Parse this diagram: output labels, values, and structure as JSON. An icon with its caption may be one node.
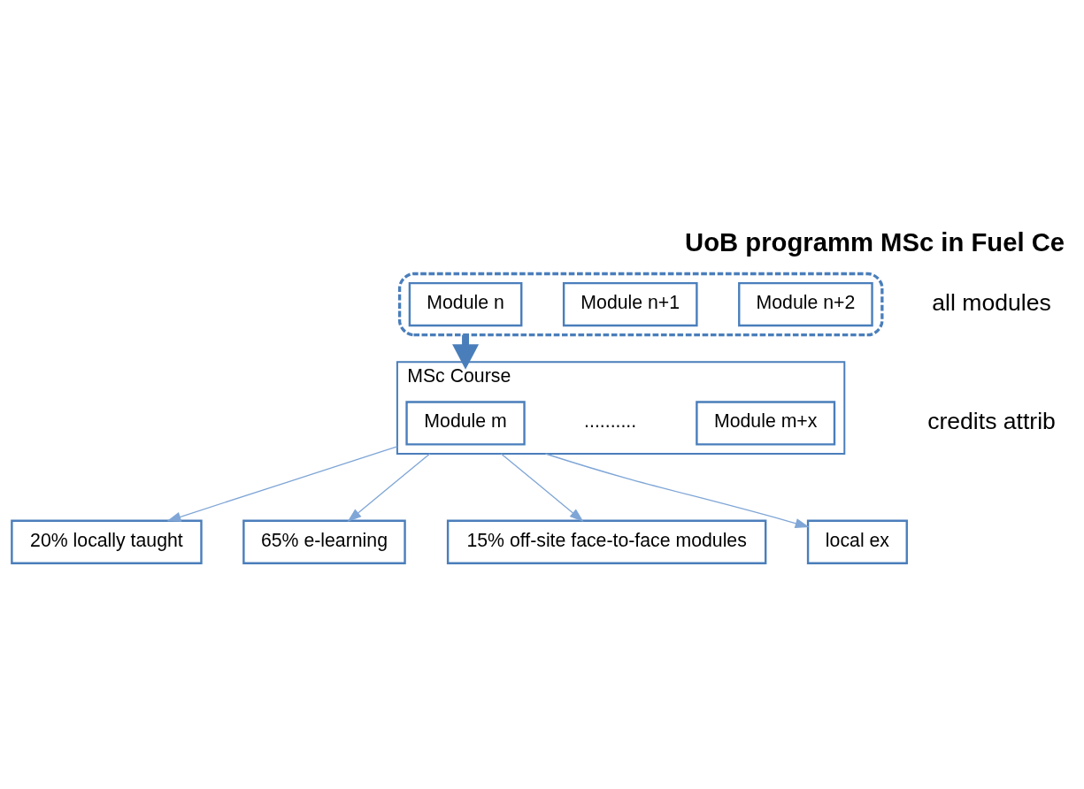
{
  "diagram": {
    "title": "UoB programm MSc in Fuel Ce",
    "nodes": [
      {
        "text": [],
        "shape": "ellipse"
      },
      {
        "text": [
          "Module n"
        ],
        "in": 0
      },
      {
        "text": [
          "Module n+1"
        ],
        "in": 0
      },
      {
        "text": [
          "Module n+2"
        ],
        "in": 0
      },
      {
        "text": [
          "MSc Course"
        ]
      },
      {
        "text": [
          "Module m"
        ],
        "in": 4
      },
      {
        "text": [
          "Module m+x"
        ],
        "in": 4
      },
      {
        "text": [
          "20% locally taught"
        ]
      },
      {
        "text": [
          "65% e-learning"
        ]
      },
      {
        "text": [
          "15% off-site face-to-face modules"
        ]
      },
      {
        "text": [
          "local ex"
        ]
      }
    ],
    "edges": [
      {
        "from": 0,
        "to": 4,
        "arrow": "to",
        "style": "thick",
        "color": "#4a7ebb"
      },
      {
        "from": 4,
        "to": 7,
        "arrow": "to"
      },
      {
        "from": 4,
        "to": 8,
        "arrow": "to"
      },
      {
        "from": 4,
        "to": 9,
        "arrow": "to"
      },
      {
        "from": 4,
        "to": 10,
        "arrow": "to"
      }
    ],
    "labels": [
      "all modules",
      "credits attrib",
      ".........."
    ]
  }
}
